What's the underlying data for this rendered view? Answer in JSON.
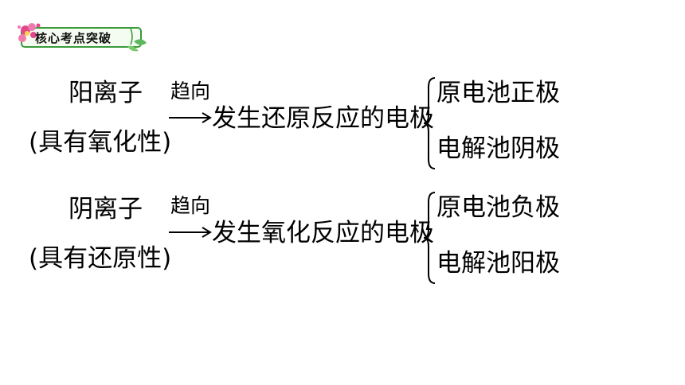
{
  "header": {
    "badge_label": "核心考点突破"
  },
  "colors": {
    "badge_border": "#3a9a3a",
    "badge_fill": "#f4fbf0",
    "flower_pink": "#e0488a",
    "leaf_green": "#5cb85c"
  },
  "rows": [
    {
      "ion": "阳离子",
      "property": "(具有氧化性)",
      "arrow_label": "趋向",
      "electrode": "发生还原反应的电极",
      "branches": [
        "原电池正极",
        "电解池阴极"
      ]
    },
    {
      "ion": "阴离子",
      "property": "(具有还原性)",
      "arrow_label": "趋向",
      "electrode": "发生氧化反应的电极",
      "branches": [
        "原电池负极",
        "电解池阳极"
      ]
    }
  ]
}
